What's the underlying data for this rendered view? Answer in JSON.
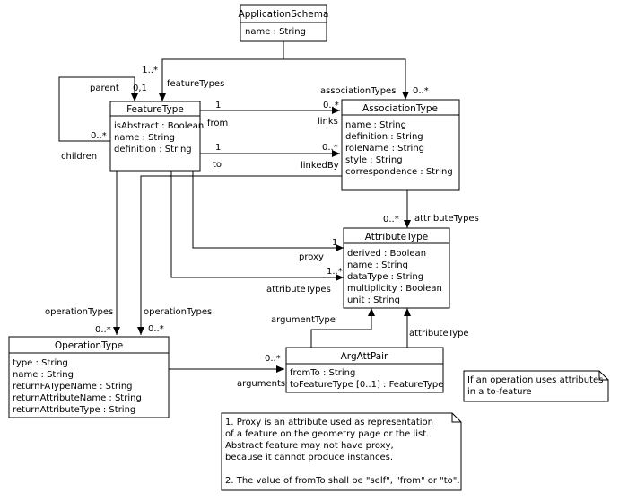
{
  "classes": {
    "application_schema": {
      "name": "ApplicationSchema",
      "attrs": [
        "name : String"
      ]
    },
    "feature_type": {
      "name": "FeatureType",
      "attrs": [
        "isAbstract : Boolean",
        "name : String",
        "definition : String"
      ]
    },
    "association_type": {
      "name": "AssociationType",
      "attrs": [
        "name : String",
        "definition : String",
        "roleName : String",
        "style : String",
        "correspondence : String"
      ]
    },
    "attribute_type": {
      "name": "AttributeType",
      "attrs": [
        "derived : Boolean",
        "name : String",
        "dataType : String",
        "multiplicity : Boolean",
        "unit : String"
      ]
    },
    "operation_type": {
      "name": "OperationType",
      "attrs": [
        "type : String",
        "name : String",
        "returnFATypeName : String",
        "returnAttributeName : String",
        "returnAttributeType : String"
      ]
    },
    "arg_att_pair": {
      "name": "ArgAttPair",
      "attrs": [
        "fromTo : String",
        "toFeatureType [0..1] : FeatureType"
      ]
    }
  },
  "labels": {
    "feature_types_mult": "1..*",
    "feature_types_role": "featureTypes",
    "parent_role": "parent",
    "parent_mult": "0,1",
    "children_mult": "0..*",
    "children_role": "children",
    "association_types_role": "associationTypes",
    "association_types_mult": "0..*",
    "from_mult": "1",
    "from_role": "from",
    "links_mult": "0..*",
    "links_role": "links",
    "to_mult": "1",
    "to_role": "to",
    "linked_by_mult": "0..*",
    "linked_by_role": "linkedBy",
    "assoc_attr_mult": "0..*",
    "assoc_attr_role": "attributeTypes",
    "proxy_mult": "1",
    "proxy_role": "proxy",
    "feat_attr_mult": "1..*",
    "feat_attr_role": "attributeTypes",
    "op_types_left_role": "operationTypes",
    "op_types_left_mult": "0..*",
    "op_types_right_role": "operationTypes",
    "op_types_right_mult": "0..*",
    "argument_type_role": "argumentType",
    "attribute_type_role": "attributeType",
    "arguments_mult": "0..*",
    "arguments_role": "arguments"
  },
  "notes": {
    "operation_note": [
      "If an operation uses attributes",
      "in a to-feature"
    ],
    "main_note": [
      "1. Proxy is an attribute used as representation",
      "of a feature on the geometry page or the list.",
      "Abstract feature may not have proxy,",
      "because it cannot produce instances.",
      "",
      "2. The value of fromTo shall be \"self\", \"from\" or \"to\"."
    ]
  }
}
